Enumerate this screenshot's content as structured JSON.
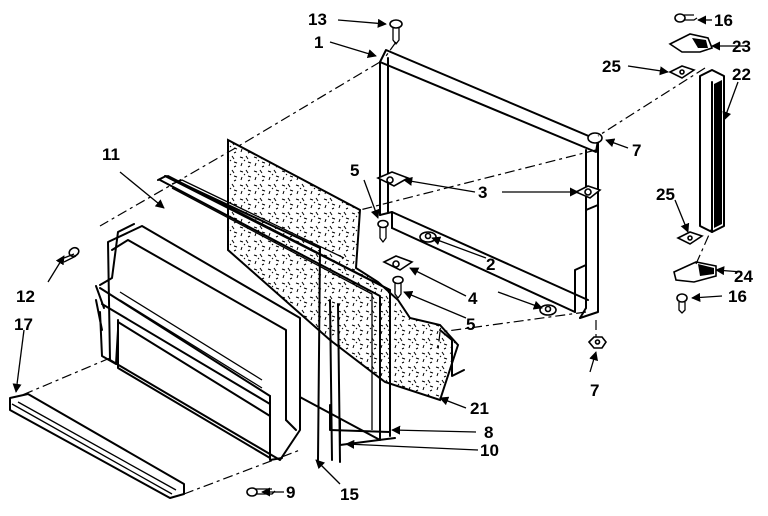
{
  "labels": {
    "l1": "1",
    "l2": "2",
    "l3": "3",
    "l4": "4",
    "l5a": "5",
    "l5b": "5",
    "l7a": "7",
    "l7b": "7",
    "l8": "8",
    "l9": "9",
    "l10": "10",
    "l11": "11",
    "l12": "12",
    "l13": "13",
    "l15": "15",
    "l16a": "16",
    "l16b": "16",
    "l17": "17",
    "l21": "21",
    "l22": "22",
    "l23": "23",
    "l24": "24",
    "l25a": "25",
    "l25b": "25"
  },
  "colors": {
    "ink": "#000000",
    "paper": "#ffffff"
  }
}
